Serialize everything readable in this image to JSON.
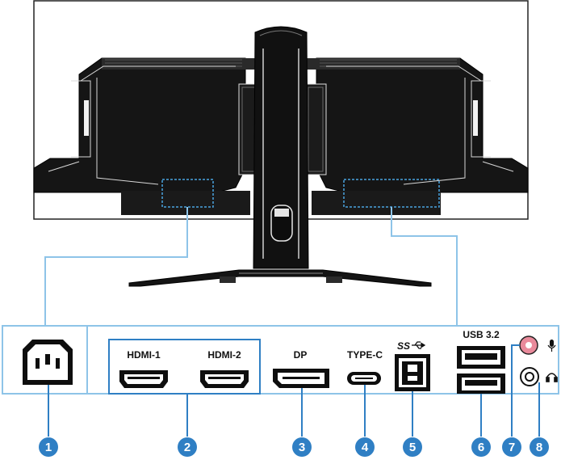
{
  "ports": {
    "hdmi1_label": "HDMI-1",
    "hdmi2_label": "HDMI-2",
    "dp_label": "DP",
    "typec_label": "TYPE-C",
    "ss_label": "SS",
    "usb_label": "USB 3.2"
  },
  "callouts": [
    "1",
    "2",
    "3",
    "4",
    "5",
    "6",
    "7",
    "8"
  ],
  "colors": {
    "accent": "#2f7fc4",
    "connector_line": "#8ec4e8",
    "mic_jack": "#e98a9b"
  },
  "icons": {
    "mic": "microphone-icon",
    "headphone": "headphone-icon",
    "usb": "usb-symbol-icon"
  }
}
